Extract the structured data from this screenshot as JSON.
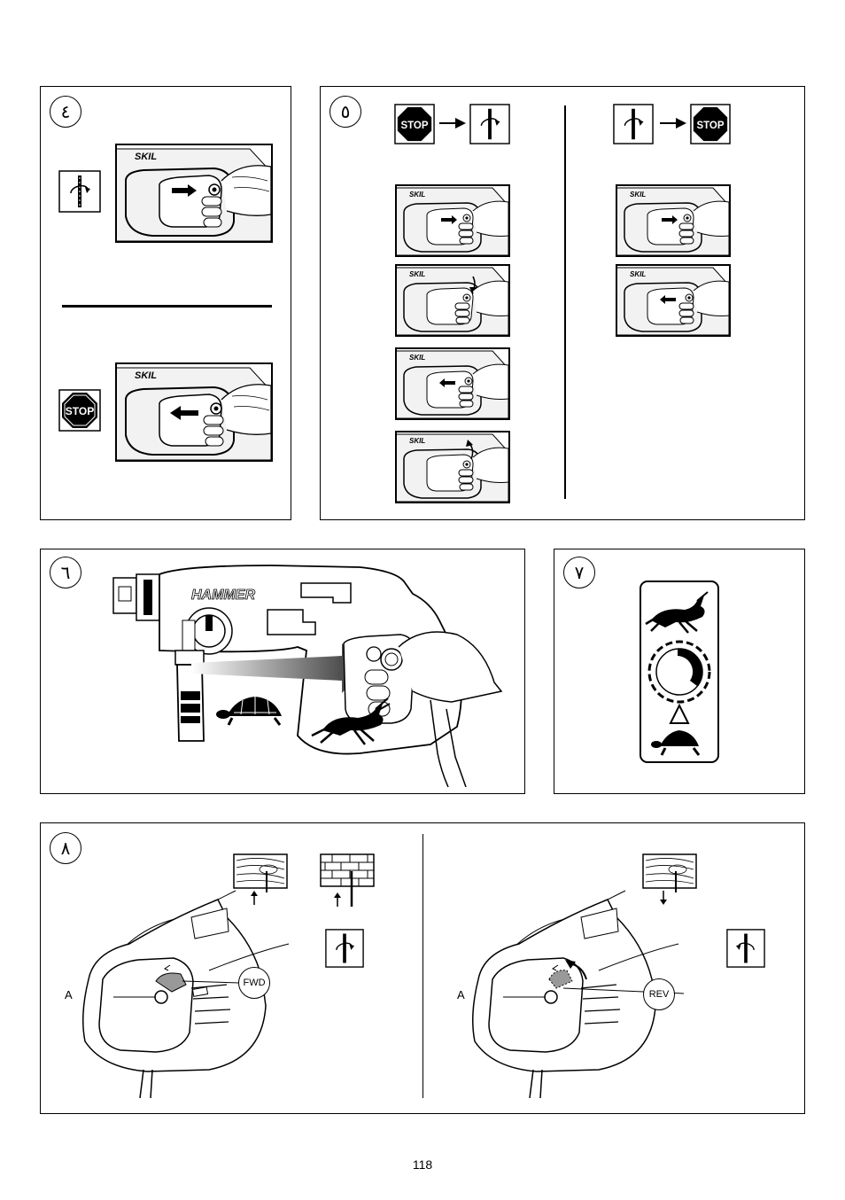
{
  "panels": {
    "p4": {
      "number": "٤"
    },
    "p5": {
      "number": "٥"
    },
    "p6": {
      "number": "٦",
      "tool_name": "HAMMER"
    },
    "p7": {
      "number": "٧"
    },
    "p8": {
      "number": "٨"
    }
  },
  "icons": {
    "stop_text": "STOP",
    "brand": "SKIL"
  },
  "labels": {
    "a_left": "A",
    "a_right": "A",
    "fwd": "FWD",
    "rev": "REV"
  },
  "page_number": "118"
}
